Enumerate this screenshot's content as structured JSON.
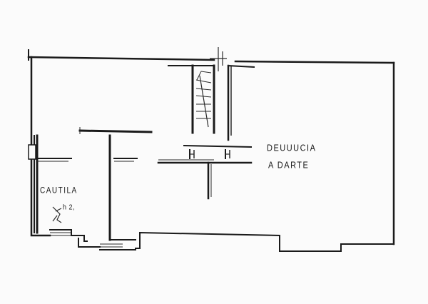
{
  "plan": {
    "rooms": [
      {
        "label_line1": "DEUUUCIA",
        "label_line2": "A DARTE"
      },
      {
        "label_line1": "CAUTILA",
        "label_line2": ""
      }
    ],
    "annotation": "h 2,",
    "colors": {
      "ink": "#1a1a1a",
      "paper": "#fbfbfb"
    }
  }
}
